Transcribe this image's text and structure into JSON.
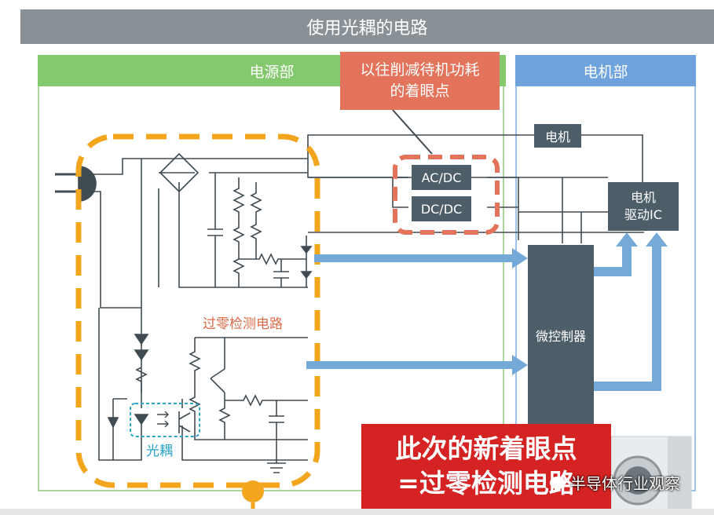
{
  "title": "使用光耦的电路",
  "sections": {
    "power_label": "电源部",
    "motor_label": "电机部"
  },
  "callout": {
    "line1": "以往削减待机功耗",
    "line2": "的着眼点"
  },
  "blocks": {
    "acdc": "AC/DC",
    "dcdc": "DC/DC",
    "motor": "电机",
    "driver_line1": "电机",
    "driver_line2": "驱动IC",
    "mcu": "微控制器"
  },
  "labels": {
    "zero_cross": "过零检测电路",
    "optocoupler": "光耦"
  },
  "banner": {
    "line1": "此次的新着眼点",
    "line2": "=过零检测电路"
  },
  "watermark": "半导体行业观察",
  "colors": {
    "title_bg": "#8a9196",
    "power_green": "#84c96d",
    "motor_blue": "#6fa3dd",
    "highlight_orange": "#f2a51d",
    "callout_salmon": "#e3735a",
    "banner_red": "#d52323",
    "arrow_blue": "#74a9d8",
    "wire": "#404b52"
  }
}
